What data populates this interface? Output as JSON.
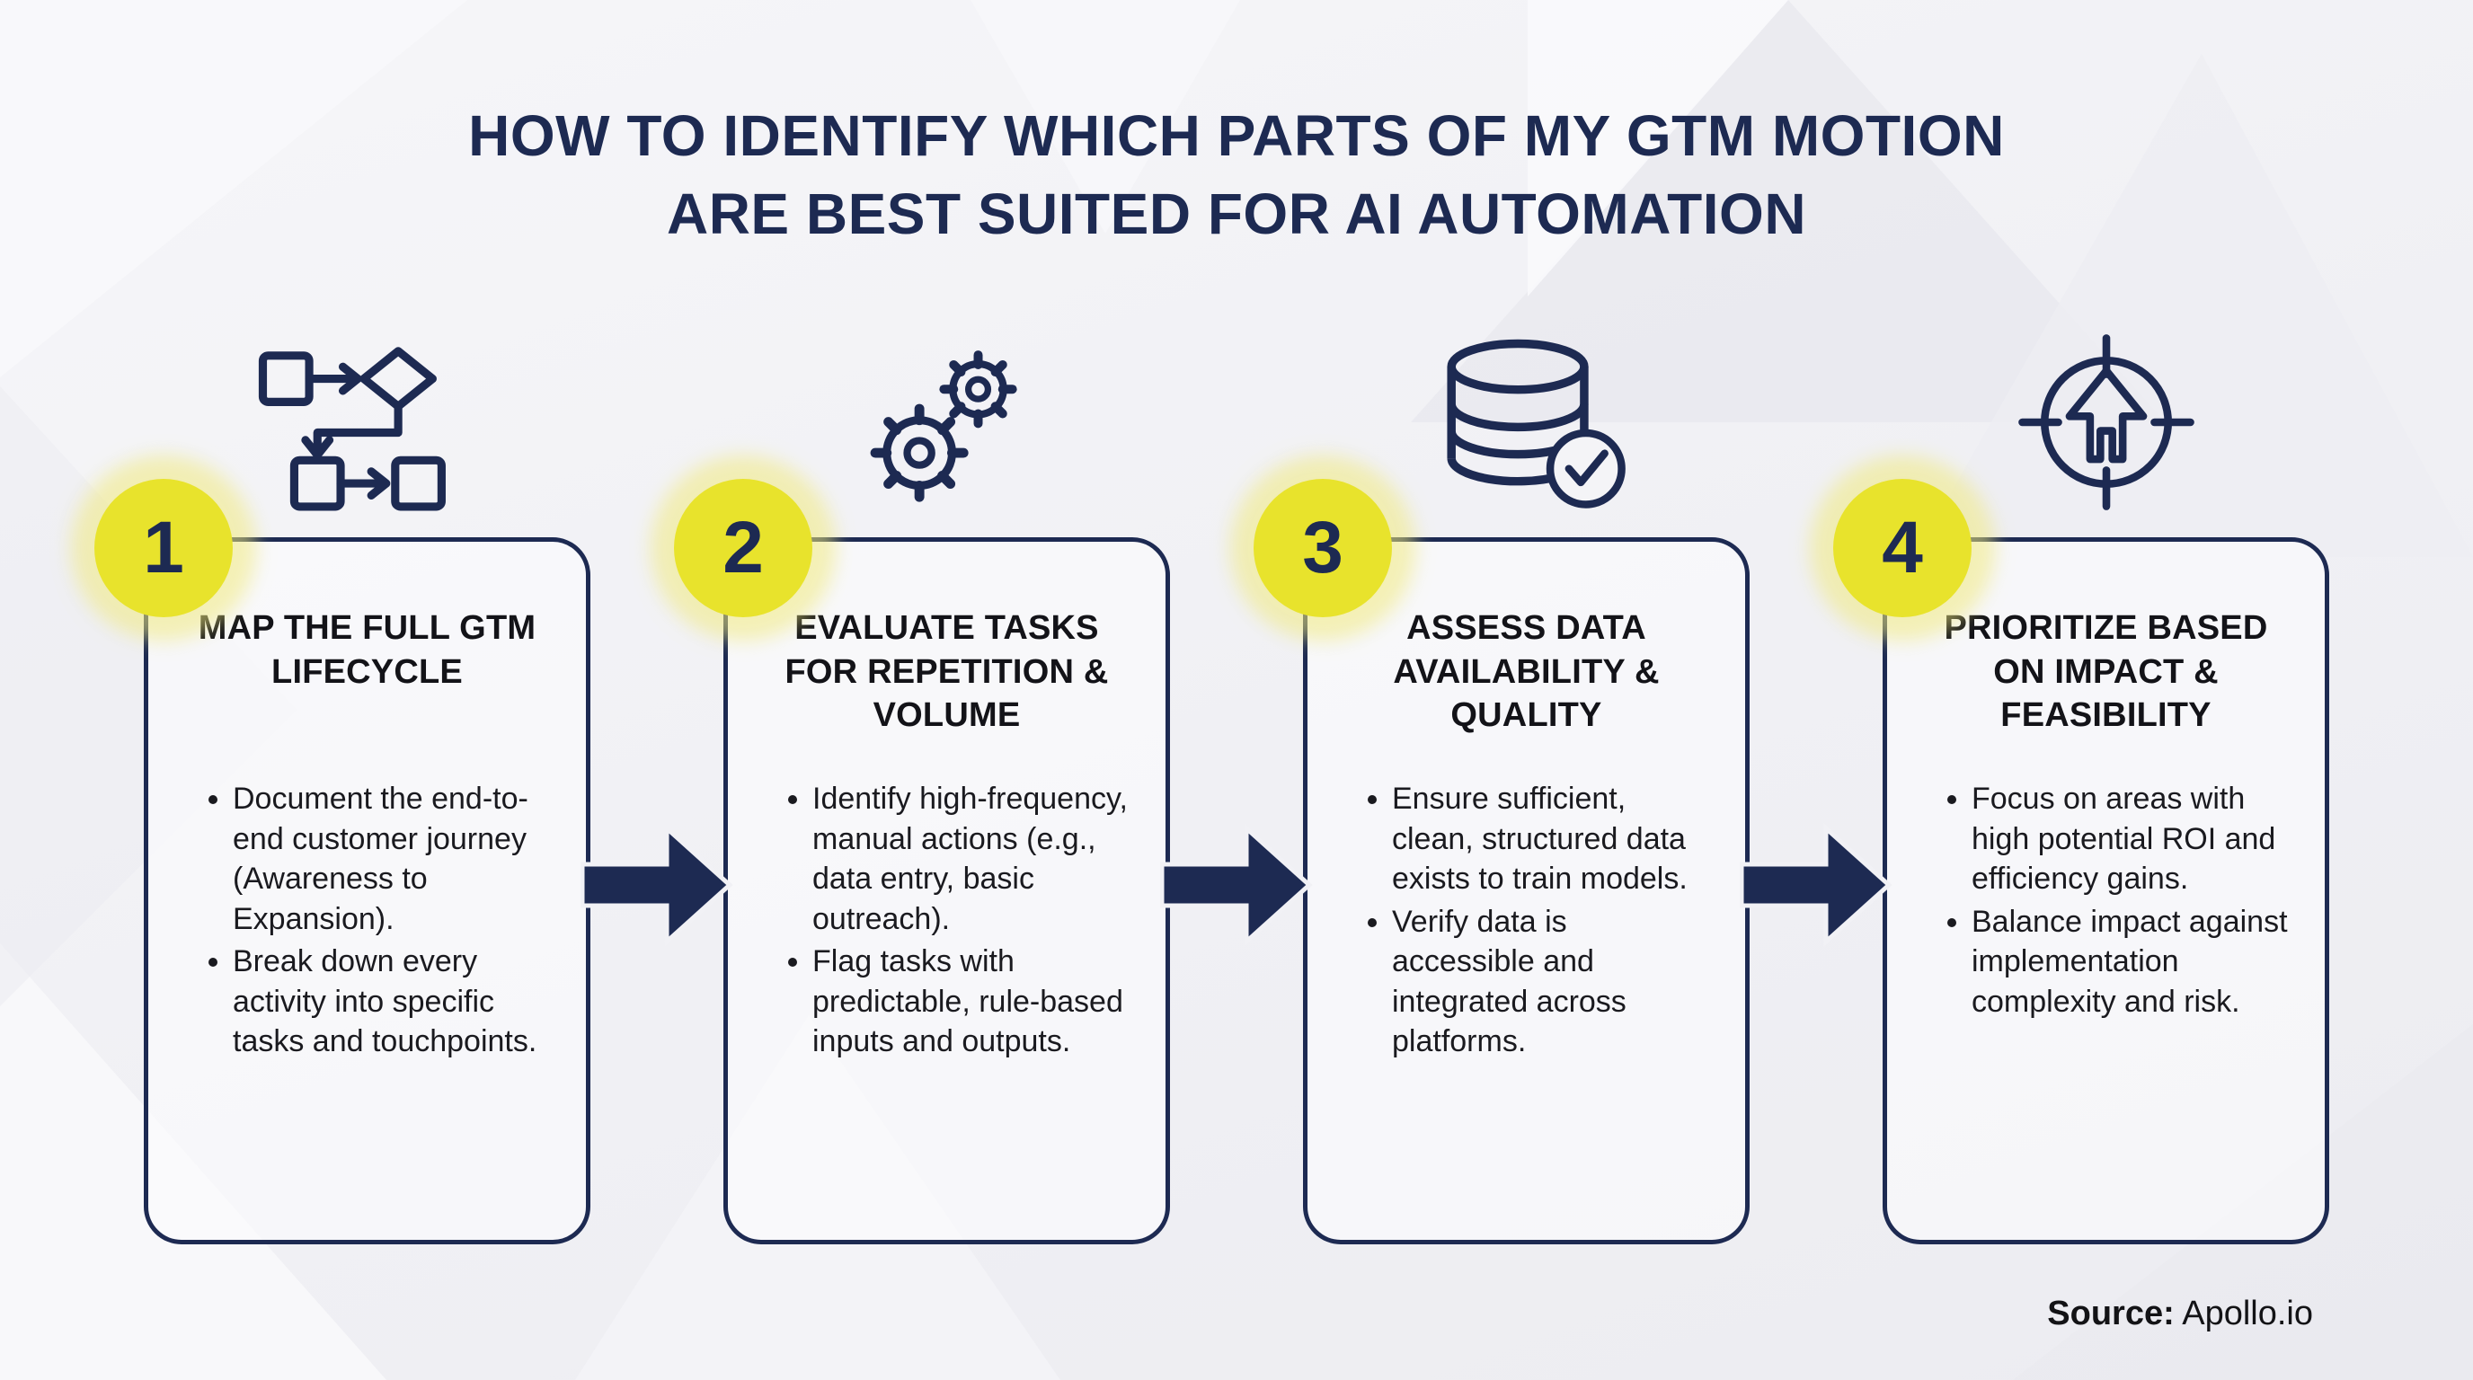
{
  "title": {
    "line1": "HOW TO IDENTIFY WHICH PARTS OF MY GTM MOTION",
    "line2": "ARE BEST SUITED FOR AI AUTOMATION"
  },
  "steps": [
    {
      "number": "1",
      "icon": "flowchart-icon",
      "heading": "MAP THE FULL GTM LIFECYCLE",
      "bullets": [
        "Document the end-to-end customer journey (Awareness to Expansion).",
        "Break down every activity into specific tasks and touchpoints."
      ]
    },
    {
      "number": "2",
      "icon": "gears-icon",
      "heading": "EVALUATE TASKS FOR REPETITION & VOLUME",
      "bullets": [
        "Identify high-frequency, manual actions (e.g., data entry, basic outreach).",
        "Flag tasks with predictable, rule-based inputs and outputs."
      ]
    },
    {
      "number": "3",
      "icon": "database-check-icon",
      "heading": "ASSESS DATA AVAILABILITY & QUALITY",
      "bullets": [
        "Ensure sufficient, clean, structured data exists to train models.",
        "Verify data is accessible and integrated across platforms."
      ]
    },
    {
      "number": "4",
      "icon": "target-arrow-icon",
      "heading": "PRIORITIZE BASED ON IMPACT & FEASIBILITY",
      "bullets": [
        "Focus on areas with high potential ROI and efficiency gains.",
        "Balance impact against implementation complexity and risk."
      ]
    }
  ],
  "source": {
    "label": "Source:",
    "value": "Apollo.io"
  },
  "colors": {
    "navy": "#1d2a52",
    "yellow": "#e8e32c",
    "yellow_halo": "#f0e97d",
    "background": "#f0f0f4",
    "text": "#17171a"
  }
}
